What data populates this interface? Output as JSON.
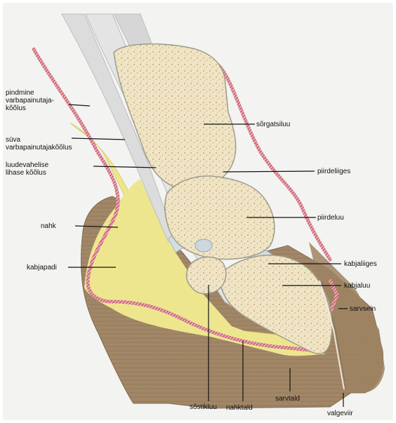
{
  "labels": {
    "pindmine": "pindmine\nvarbapainutaja-\nkõõlus",
    "suva": "süva\nvarbapainutajakõõlus",
    "luudevahelise": "luudevahelise\nlihase kõõlus",
    "nahk": "nahk",
    "kabjapadi": "kabjapadi",
    "sorgatsiluu": "sõrgatsiluu",
    "piirdeliiges": "piirdeliiges",
    "piirdeluu": "piirdeluu",
    "kabjaliiges": "kabjaliiges",
    "kabjaluu": "kabjaluu",
    "sarvsein": "sarvsein",
    "sustikluu": "sõstikluu",
    "nahktald": "nahktald",
    "sarvtald": "sarvtald",
    "valgeviir": "valgeviir"
  },
  "colors": {
    "background": "#ffffff",
    "paper": "#f3f3f1",
    "bone": "#efe5c6",
    "bone_speckle": "#c79a5e",
    "cushion": "#eee68f",
    "horn": "#a08565",
    "skin": "#cf6f7e",
    "tendon": "#dcdcdc",
    "cartilage": "#d4dde3",
    "leader": "#111111"
  }
}
